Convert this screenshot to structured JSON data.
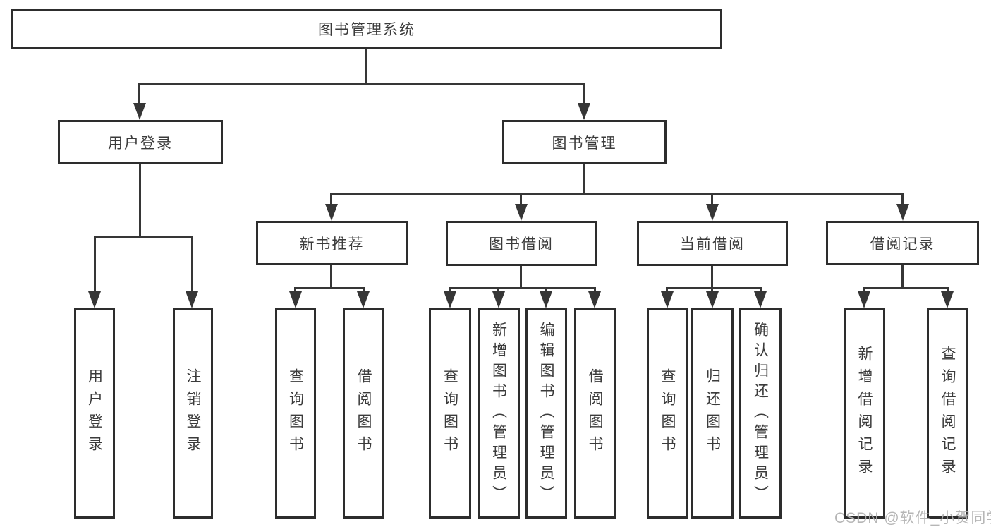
{
  "diagram": {
    "root": "图书管理系统",
    "level2": [
      "用户登录",
      "图书管理"
    ],
    "level3": [
      "新书推荐",
      "图书借阅",
      "当前借阅",
      "借阅记录"
    ],
    "leaves": {
      "user_login": [
        "用户登录",
        "注销登录"
      ],
      "new_book": [
        "查询图书",
        "借阅图书"
      ],
      "book_borrow": [
        "查询图书",
        "新增图书（管理员）",
        "编辑图书（管理员）",
        "借阅图书"
      ],
      "current_borrow": [
        "查询图书",
        "归还图书",
        "确认归还（管理员）"
      ],
      "borrow_record": [
        "新增借阅记录",
        "查询借阅记录"
      ]
    }
  },
  "watermark": "CSDN @软件_小贺同学",
  "colors": {
    "line": "#363636",
    "border": "#2d2d2d",
    "text": "#3b3b3b",
    "background": "#ffffff",
    "watermark": "#b2b2b2"
  }
}
